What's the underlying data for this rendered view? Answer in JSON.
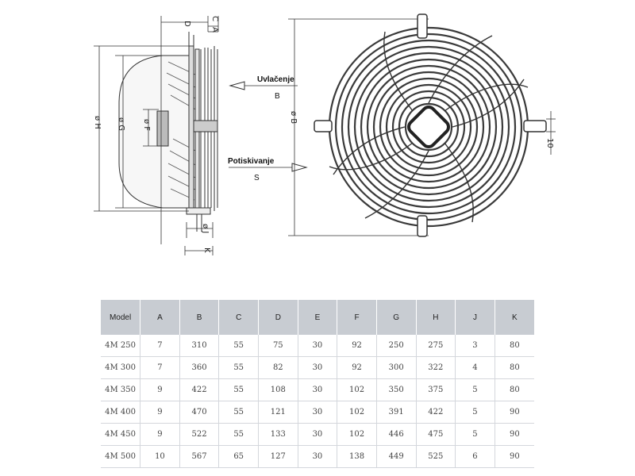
{
  "drawing": {
    "dimension_labels": {
      "D": "D",
      "C": "C",
      "A": "A",
      "H": "ø H",
      "G": "ø G",
      "F": "ø F",
      "J": "ø J",
      "K": "K",
      "B": "ø B",
      "ten": "10"
    },
    "callouts": {
      "intake": {
        "title": "Uvlačenje",
        "letter": "B"
      },
      "exhaust": {
        "title": "Potiskivanje",
        "letter": "S"
      }
    }
  },
  "table": {
    "headers": [
      "Model",
      "A",
      "B",
      "C",
      "D",
      "E",
      "F",
      "G",
      "H",
      "J",
      "K"
    ],
    "rows": [
      [
        "4M 250",
        "7",
        "310",
        "55",
        "75",
        "30",
        "92",
        "250",
        "275",
        "3",
        "80"
      ],
      [
        "4M 300",
        "7",
        "360",
        "55",
        "82",
        "30",
        "92",
        "300",
        "322",
        "4",
        "80"
      ],
      [
        "4M 350",
        "9",
        "422",
        "55",
        "108",
        "30",
        "102",
        "350",
        "375",
        "5",
        "80"
      ],
      [
        "4M 400",
        "9",
        "470",
        "55",
        "121",
        "30",
        "102",
        "391",
        "422",
        "5",
        "90"
      ],
      [
        "4M 450",
        "9",
        "522",
        "55",
        "133",
        "30",
        "102",
        "446",
        "475",
        "5",
        "90"
      ],
      [
        "4M 500",
        "10",
        "567",
        "65",
        "127",
        "30",
        "138",
        "449",
        "525",
        "6",
        "90"
      ]
    ]
  }
}
